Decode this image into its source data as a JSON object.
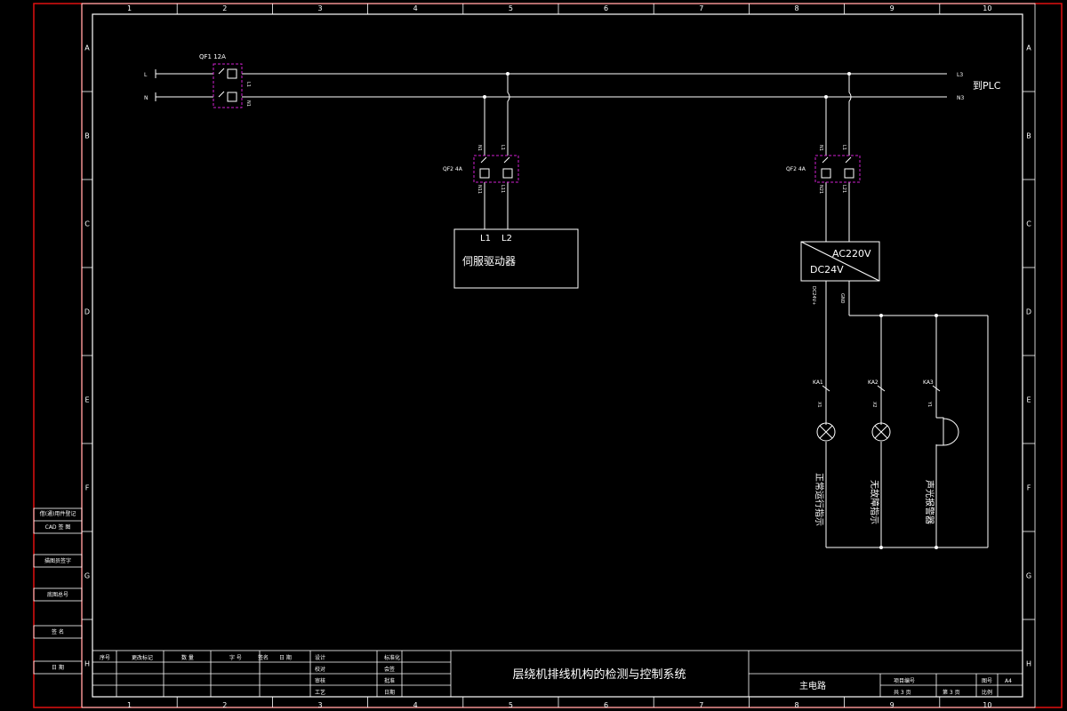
{
  "frame": {
    "column_numbers": [
      "1",
      "2",
      "3",
      "4",
      "5",
      "6",
      "7",
      "8",
      "9",
      "10"
    ],
    "row_letters": [
      "A",
      "B",
      "C",
      "D",
      "E",
      "F",
      "G",
      "H"
    ]
  },
  "colors": {
    "frame_red": "#e01010",
    "line_white": "#ffffff",
    "breaker_magenta": "#d020d0"
  },
  "circuit": {
    "bus_labels": {
      "left_top": "L",
      "left_bottom": "N",
      "right_top": "L3",
      "right_bottom": "N3"
    },
    "to_plc": "到PLC",
    "qf1": {
      "label": "QF1 12A",
      "terminal_top": "L1",
      "terminal_bottom": "N1"
    },
    "qf2_left": {
      "label": "QF2 4A",
      "in_left": "N1",
      "in_right": "L1",
      "out_left": "N11",
      "out_right": "L11"
    },
    "qf2_right": {
      "label": "QF2 4A",
      "in_left": "N1",
      "in_right": "L1",
      "out_left": "N21",
      "out_right": "L21"
    },
    "servo": {
      "terminal_1": "L1",
      "terminal_2": "L2",
      "name": "伺服驱动器"
    },
    "psu": {
      "ac": "AC220V",
      "dc": "DC24V",
      "out_left": "DC24V+",
      "out_right": "GND"
    },
    "relays": [
      {
        "contact": "KA1",
        "terminal": "X1",
        "name": "正常运行指示"
      },
      {
        "contact": "KA2",
        "terminal": "X2",
        "name": "无故障指示"
      },
      {
        "contact": "KA3",
        "terminal": "Y1",
        "name": "声光报警器"
      }
    ]
  },
  "sidebar": {
    "labels": [
      "借(通)用件登记",
      "CAD 签 图",
      "描图员签字",
      "底图总号",
      "签 名",
      "日 期"
    ]
  },
  "title_block": {
    "headers": [
      "序号",
      "更改标记",
      "数 量",
      "字 号",
      "签名",
      "日 期"
    ],
    "roles": [
      "设计",
      "校对",
      "审核",
      "工艺"
    ],
    "roles_right": [
      "标准化",
      "会签",
      "批准",
      "日期"
    ],
    "project_title": "层绕机排线机构的检测与控制系统",
    "drawing_name": "主电路",
    "drawing_number_label": "项目编号",
    "sheet_label": "共 3 页",
    "sheet_num": "第 3 页",
    "size_label": "图号",
    "size_value": "A4",
    "scale_label": "比例"
  }
}
